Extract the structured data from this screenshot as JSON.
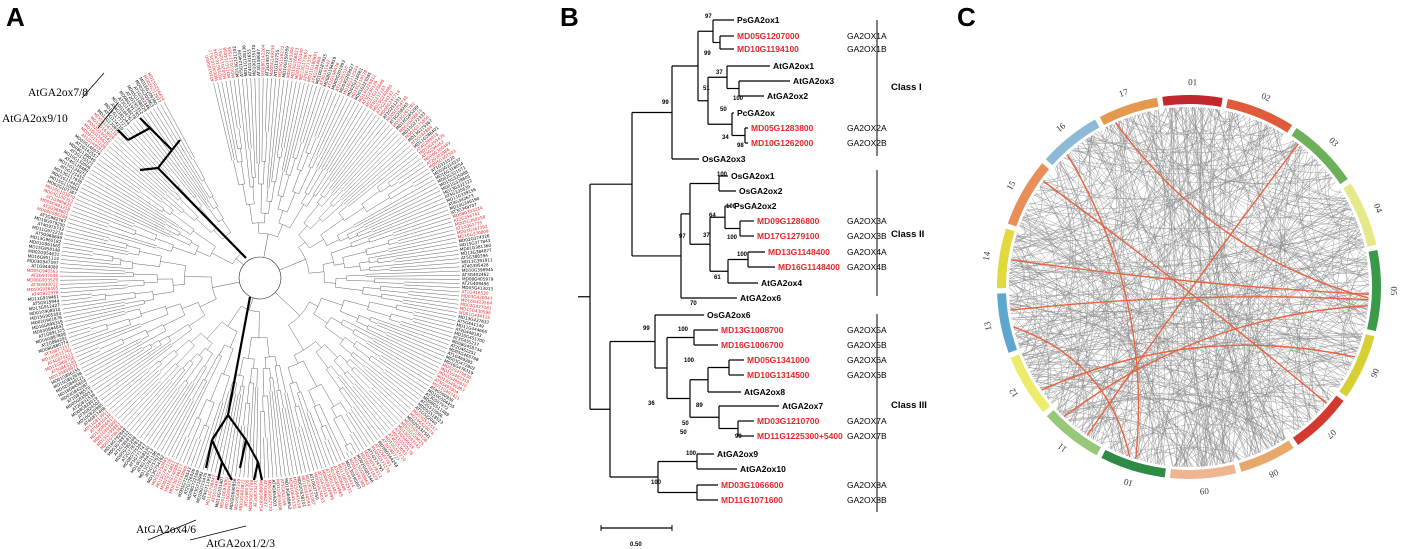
{
  "panels": {
    "a": "A",
    "b": "B",
    "c": "C"
  },
  "panel_a": {
    "group_labels": [
      {
        "id": "ga2ox78",
        "text": "AtGA2ox7/8"
      },
      {
        "id": "ga2ox910",
        "text": "AtGA2ox9/10"
      },
      {
        "id": "ga2ox46",
        "text": "AtGA2ox4/6"
      },
      {
        "id": "ga2ox123",
        "text": "AtGA2ox1/2/3"
      }
    ]
  },
  "panel_b": {
    "tips": [
      {
        "id": "PsGA2ox1",
        "label": "PsGA2ox1",
        "red": false,
        "gene": ""
      },
      {
        "id": "MD05G1207000",
        "label": "MD05G1207000",
        "red": true,
        "gene": "GA2OX1A"
      },
      {
        "id": "MD10G1194100",
        "label": "MD10G1194100",
        "red": true,
        "gene": "GA2OX1B"
      },
      {
        "id": "AtGA2ox1",
        "label": "AtGA2ox1",
        "red": false,
        "gene": ""
      },
      {
        "id": "AtGA2ox3",
        "label": "AtGA2ox3",
        "red": false,
        "gene": ""
      },
      {
        "id": "AtGA2ox2",
        "label": "AtGA2ox2",
        "red": false,
        "gene": ""
      },
      {
        "id": "PcGA2ox",
        "label": "PcGA2ox",
        "red": false,
        "gene": ""
      },
      {
        "id": "MD05G1283800",
        "label": "MD05G1283800",
        "red": true,
        "gene": "GA2OX2A"
      },
      {
        "id": "MD10G1262000",
        "label": "MD10G1262000",
        "red": true,
        "gene": "GA2OX2B"
      },
      {
        "id": "OsGA2ox3",
        "label": "OsGA2ox3",
        "red": false,
        "gene": ""
      },
      {
        "id": "OsGA2ox1",
        "label": "OsGA2ox1",
        "red": false,
        "gene": ""
      },
      {
        "id": "OsGA2ox2",
        "label": "OsGA2ox2",
        "red": false,
        "gene": ""
      },
      {
        "id": "PsGA2ox2",
        "label": "PsGA2ox2",
        "red": false,
        "gene": ""
      },
      {
        "id": "MD09G1286800",
        "label": "MD09G1286800",
        "red": true,
        "gene": "GA2OX3A"
      },
      {
        "id": "MD17G1279100",
        "label": "MD17G1279100",
        "red": true,
        "gene": "GA2OX3B"
      },
      {
        "id": "MD13G1148400",
        "label": "MD13G1148400",
        "red": true,
        "gene": "GA2OX4A"
      },
      {
        "id": "MD16G1148400",
        "label": "MD16G1148400",
        "red": true,
        "gene": "GA2OX4B"
      },
      {
        "id": "AtGA2ox4",
        "label": "AtGA2ox4",
        "red": false,
        "gene": ""
      },
      {
        "id": "AtGA2ox6",
        "label": "AtGA2ox6",
        "red": false,
        "gene": ""
      },
      {
        "id": "OsGA2ox6",
        "label": "OsGA2ox6",
        "red": false,
        "gene": ""
      },
      {
        "id": "MD13G1008700",
        "label": "MD13G1008700",
        "red": true,
        "gene": "GA2OX5A"
      },
      {
        "id": "MD16G1006700",
        "label": "MD16G1006700",
        "red": true,
        "gene": "GA2OX5B"
      },
      {
        "id": "MD05G1341000",
        "label": "MD05G1341000",
        "red": true,
        "gene": "GA2OX6A"
      },
      {
        "id": "MD10G1314500",
        "label": "MD10G1314500",
        "red": true,
        "gene": "GA2OX6B"
      },
      {
        "id": "AtGA2ox8",
        "label": "AtGA2ox8",
        "red": false,
        "gene": ""
      },
      {
        "id": "AtGA2ox7",
        "label": "AtGA2ox7",
        "red": false,
        "gene": ""
      },
      {
        "id": "MD03G1210700",
        "label": "MD03G1210700",
        "red": true,
        "gene": "GA2OX7A"
      },
      {
        "id": "MD11G1225300+5400",
        "label": "MD11G1225300+5400",
        "red": true,
        "gene": "GA2OX7B"
      },
      {
        "id": "AtGA2ox9",
        "label": "AtGA2ox9",
        "red": false,
        "gene": ""
      },
      {
        "id": "AtGA2ox10",
        "label": "AtGA2ox10",
        "red": false,
        "gene": ""
      },
      {
        "id": "MD03G1066600",
        "label": "MD03G1066600",
        "red": true,
        "gene": "GA2OX8A"
      },
      {
        "id": "MD11G1071600",
        "label": "MD11G1071600",
        "red": true,
        "gene": "GA2OX8B"
      }
    ],
    "bootstrap": [
      "97",
      "99",
      "51",
      "37",
      "100",
      "50",
      "34",
      "98",
      "99",
      "100",
      "100",
      "64",
      "100",
      "37",
      "97",
      "100",
      "61",
      "70",
      "99",
      "100",
      "100",
      "89",
      "36",
      "50",
      "50",
      "99",
      "100",
      "100"
    ],
    "classes": [
      "Class I",
      "Class II",
      "Class III"
    ],
    "scale_label": "0.50"
  },
  "panel_c": {
    "chromosomes": [
      "01",
      "02",
      "03",
      "04",
      "05",
      "06",
      "07",
      "08",
      "09",
      "10",
      "11",
      "12",
      "13",
      "14",
      "15",
      "16",
      "17"
    ],
    "chromosome_colors": [
      "#c0282d",
      "#e05a3c",
      "#6cb05a",
      "#e6e88a",
      "#3a9a4a",
      "#d7cf36",
      "#d33a2f",
      "#e7a96b",
      "#efb590",
      "#2e8a45",
      "#99c77a",
      "#ecec6a",
      "#5ea6cf",
      "#e1d93d",
      "#e88e5a",
      "#8cbad6",
      "#e39a4d"
    ],
    "link_color_grey": "#8a8a8a",
    "link_color_highlight": "#e8643f"
  }
}
